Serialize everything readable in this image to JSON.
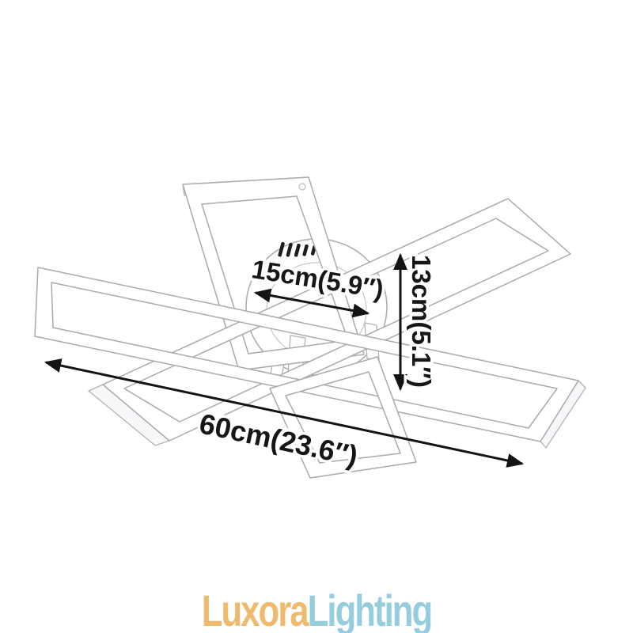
{
  "diagram": {
    "subject": "rectangular-frame LED ceiling lamp dimension drawing",
    "dimensions": {
      "canopy_width_label": "15cm(5.9″)",
      "height_label": "13cm(5.1″)",
      "length_label": "60cm(23.6″)"
    },
    "colors": {
      "background": "#ffffff",
      "fixture_line": "#a9a9b0",
      "dimension_arrow": "#141414",
      "vent_slot": "#1d1d1f"
    }
  },
  "watermark": {
    "part1": "Luxora",
    "part2": "Lighting",
    "part1_color": "#f0ba6e",
    "part2_color": "#96cdde"
  }
}
